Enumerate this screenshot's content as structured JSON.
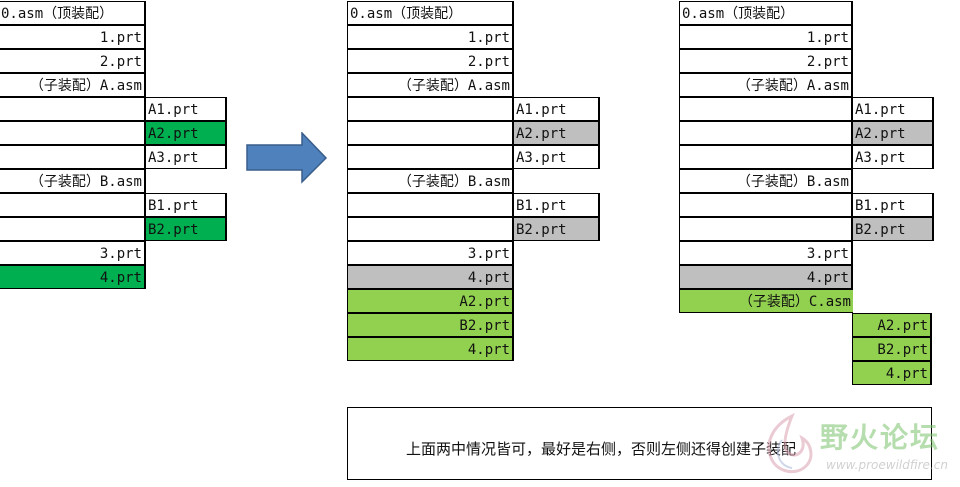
{
  "left_table": {
    "r0": "0.asm（顶装配）",
    "r1": "1.prt",
    "r2": "2.prt",
    "r3": "（子装配）A.asm",
    "a1": "A1.prt",
    "a2": "A2.prt",
    "a3": "A3.prt",
    "r7": "（子装配）B.asm",
    "b1": "B1.prt",
    "b2": "B2.prt",
    "r10": "3.prt",
    "r11": "4.prt"
  },
  "middle_table": {
    "r0": "0.asm（顶装配）",
    "r1": "1.prt",
    "r2": "2.prt",
    "r3": "（子装配）A.asm",
    "a1": "A1.prt",
    "a2": "A2.prt",
    "a3": "A3.prt",
    "r7": "（子装配）B.asm",
    "b1": "B1.prt",
    "b2": "B2.prt",
    "r10": "3.prt",
    "r11": "4.prt",
    "r12": "A2.prt",
    "r13": "B2.prt",
    "r14": "4.prt"
  },
  "right_table": {
    "r0": "0.asm（顶装配）",
    "r1": "1.prt",
    "r2": "2.prt",
    "r3": "（子装配）A.asm",
    "a1": "A1.prt",
    "a2": "A2.prt",
    "a3": "A3.prt",
    "r7": "（子装配）B.asm",
    "b1": "B1.prt",
    "b2": "B2.prt",
    "r10": "3.prt",
    "r11": "4.prt",
    "r12": "（子装配）C.asm",
    "c1": "A2.prt",
    "c2": "B2.prt",
    "c3": "4.prt"
  },
  "note": "上面两中情况皆可，最好是右侧，否则左侧还得创建子装配",
  "watermark": {
    "title": "野火论坛",
    "url": "www.proewildfire.cn"
  },
  "colors": {
    "green": "#00b050",
    "light_green": "#92d050",
    "gray": "#bfbfbf",
    "arrow": "#4f81bd"
  }
}
